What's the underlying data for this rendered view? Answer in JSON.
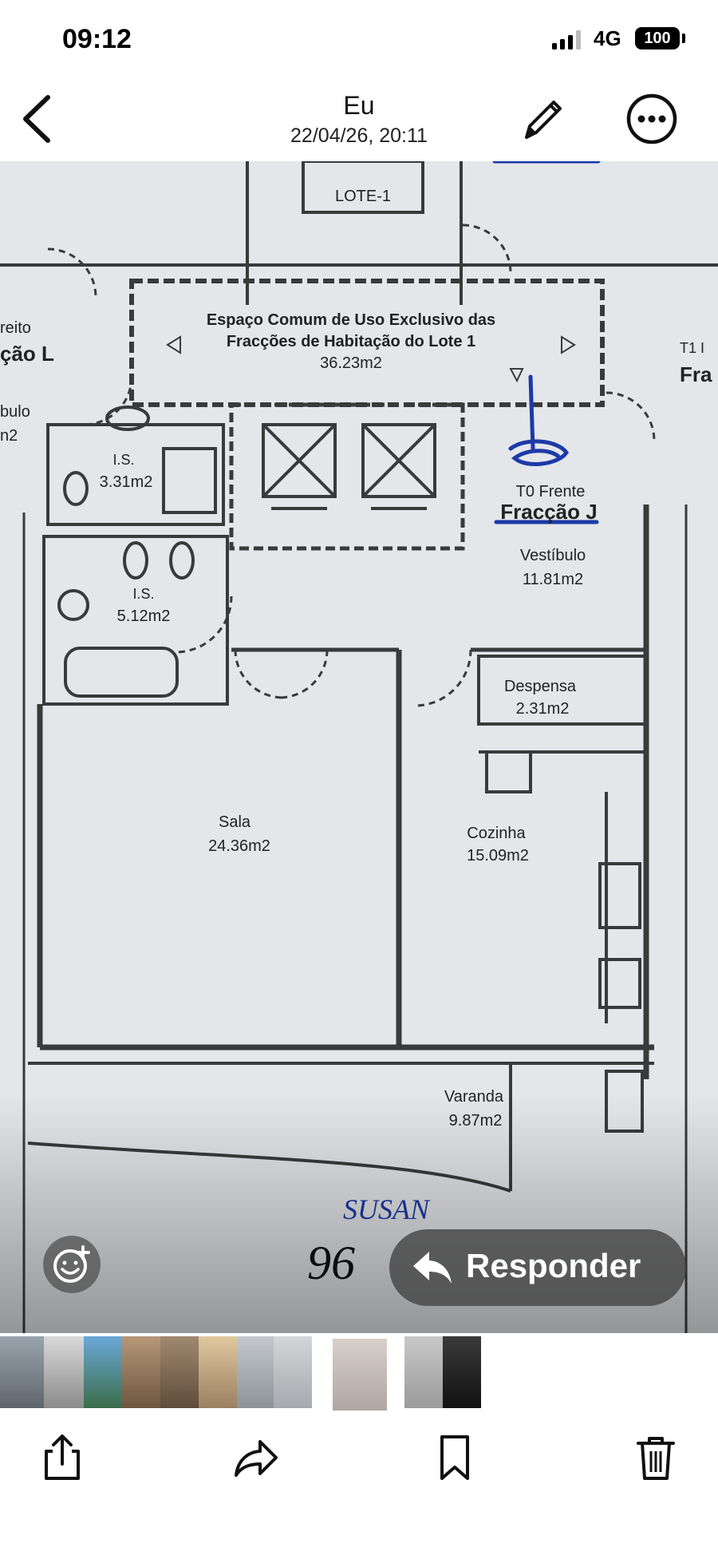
{
  "status_bar": {
    "time": "09:12",
    "network": "4G",
    "battery": "100"
  },
  "header": {
    "title": "Eu",
    "subtitle": "22/04/26, 20:11"
  },
  "floor_plan": {
    "lote_label": "LOTE-1",
    "common_area": {
      "line1": "Espaço Comum de Uso Exclusivo das",
      "line2": "Fracções de Habitação do Lote 1",
      "area": "36.23m2"
    },
    "left_partial": {
      "line1": "reito",
      "line2": "ção L",
      "line3": "bulo",
      "line4": "n2"
    },
    "right_partial": {
      "line1": "T1 I",
      "line2": "Fra"
    },
    "unit_type": "T0 Frente",
    "unit_name": "Fracção J",
    "rooms": [
      {
        "name": "I.S.",
        "area": "3.31m2"
      },
      {
        "name": "I.S.",
        "area": "5.12m2"
      },
      {
        "name": "Vestíbulo",
        "area": "11.81m2"
      },
      {
        "name": "Despensa",
        "area": "2.31m2"
      },
      {
        "name": "Sala",
        "area": "24.36m2"
      },
      {
        "name": "Cozinha",
        "area": "15.09m2"
      },
      {
        "name": "Varanda",
        "area": "9.87m2"
      }
    ],
    "handwriting": {
      "line1": "SUSAN",
      "line2": "96"
    }
  },
  "actions": {
    "reply_label": "Responder"
  },
  "icons": {
    "back": "chevron-left-icon",
    "edit": "pencil-icon",
    "more": "ellipsis-circle-icon",
    "react": "emoji-add-icon",
    "reply": "reply-arrow-icon",
    "share": "share-icon",
    "forward": "forward-icon",
    "bookmark": "bookmark-icon",
    "delete": "trash-icon"
  },
  "colors": {
    "ink_blue": "#1c3aa8",
    "overlay": "#464646"
  }
}
